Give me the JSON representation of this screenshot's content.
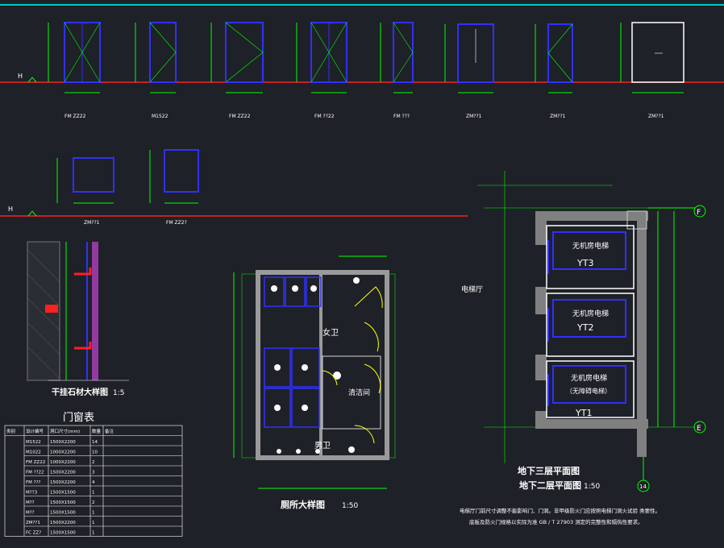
{
  "colors": {
    "background": "#1e2127",
    "frame_cyan": "#00c8c8",
    "dim_green": "#00ff00",
    "wall_blue": "#3030ff",
    "floor_red": "#ff2020",
    "text_white": "#ffffff",
    "door_yellow": "#ffff00",
    "stone_magenta": "#b040c0",
    "wall_grey": "#808080"
  },
  "door_elevations": [
    {
      "label": "FM ZZ22",
      "sub": "",
      "extra": ""
    },
    {
      "label": "M1522",
      "sub": "",
      "extra": ""
    },
    {
      "label": "FM ZZ22",
      "sub": "",
      "extra": ""
    },
    {
      "label": "FM ??22",
      "sub": "",
      "extra": ""
    },
    {
      "label": "FM ??? ",
      "sub": "",
      "extra": ""
    },
    {
      "label": "ZM??1",
      "sub": "",
      "extra": ""
    },
    {
      "label": "ZM??1",
      "sub": "",
      "extra": ""
    },
    {
      "label": "ZM??1",
      "sub": "",
      "extra": ""
    }
  ],
  "elevation_level_marker": "H",
  "window_elevations": [
    {
      "label": "ZM??1"
    },
    {
      "label": "FM ZZ2?"
    }
  ],
  "stone_detail": {
    "title": "干挂石材大样图",
    "scale": "1:5"
  },
  "schedule": {
    "title": "门窗表",
    "headers": [
      "类别",
      "设计编号",
      "洞口尺寸(mm)",
      "数量",
      "备注"
    ],
    "rows": [
      [
        "",
        "M1522",
        "1500X2200",
        "14",
        ""
      ],
      [
        "",
        "M1022",
        "1000X2200",
        "10",
        ""
      ],
      [
        "",
        "FM ZZ22",
        "1000X2200",
        "2",
        ""
      ],
      [
        "",
        "FM ??22",
        "1500X2200",
        "3",
        ""
      ],
      [
        "",
        "FM ???",
        "1500X2200",
        "4",
        ""
      ],
      [
        "",
        "M??3",
        "1500X1500",
        "1",
        ""
      ],
      [
        "",
        "M??",
        "1500X1500",
        "2",
        ""
      ],
      [
        "",
        "M??",
        "1500X1500",
        "1",
        ""
      ],
      [
        "",
        "ZM??1",
        "1500X2200",
        "1",
        ""
      ],
      [
        "",
        "FC ZZ?",
        "1500X1500",
        "1",
        ""
      ]
    ]
  },
  "washroom": {
    "title": "厕所大样图",
    "scale": "1:50",
    "female_label": "女卫",
    "male_label": "男卫",
    "cleaning_label": "清洁间"
  },
  "elevator": {
    "labels": [
      "无机房电梯",
      "无机房电梯",
      "无机房电梯"
    ],
    "cars": [
      "YT3",
      "YT2",
      "YT1"
    ],
    "note_yt1": "（无障碍电梯）",
    "hall_label": "电梯厅",
    "title_1": "地下三层平面图",
    "title_2": "地下二层平面图",
    "scale": "1:50",
    "axis_f": "F",
    "axis_e": "E",
    "axis_14": "14"
  },
  "footer_note": {
    "line_1": "电梯厅门前尺寸调整不能影响门、门洞。非甲级防火门应按照电梯门洞火试验 类要性。",
    "line_2": "底板及防火门规格以实际为准 GB / T 27903 测定的完整性和隔热性要求。"
  }
}
